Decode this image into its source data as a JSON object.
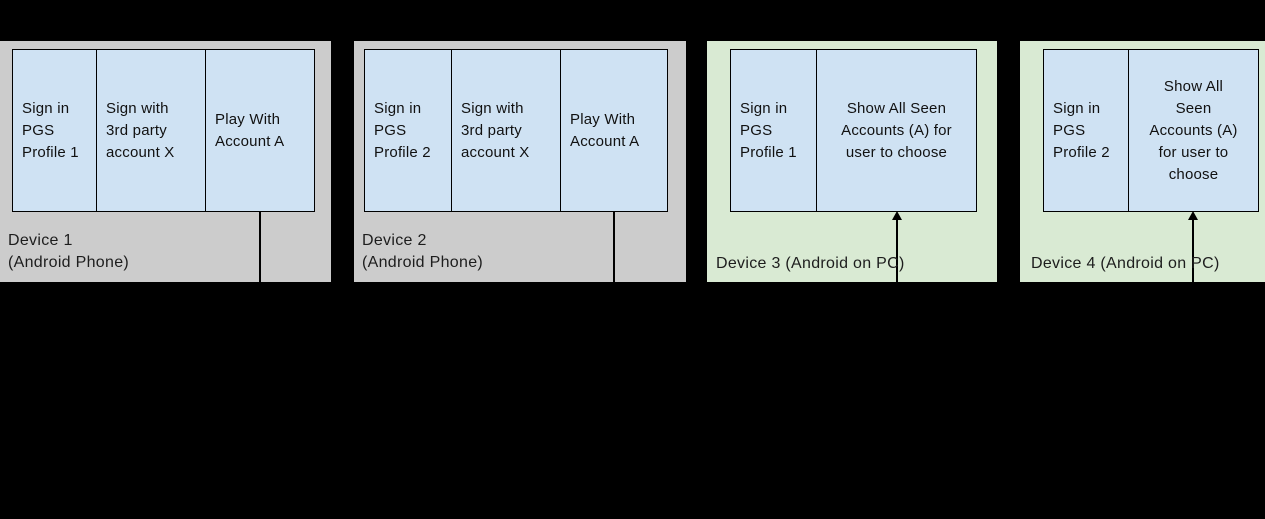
{
  "diagram": {
    "background": "#000000",
    "description_colors": {
      "phone_panel_bg": "#cccccc",
      "pc_panel_bg": "#d9ead3",
      "step_box_bg": "#cfe2f3",
      "stroke": "#000000",
      "text": "#111111"
    }
  },
  "devices": [
    {
      "label": "Device 1\n(Android Phone)",
      "connector": "line-down",
      "steps": [
        {
          "text": "Sign in\nPGS\nProfile 1"
        },
        {
          "text": "Sign with\n3rd party\naccount X"
        },
        {
          "text": "Play With\nAccount A"
        }
      ]
    },
    {
      "label": "Device 2\n(Android Phone)",
      "connector": "line-down",
      "steps": [
        {
          "text": "Sign in\nPGS\nProfile 2"
        },
        {
          "text": "Sign with\n3rd party\naccount X"
        },
        {
          "text": "Play With\nAccount A"
        }
      ]
    },
    {
      "label": "Device 3 (Android on PC)",
      "connector": "arrow-up",
      "steps": [
        {
          "text": "Sign in\nPGS\nProfile 1"
        },
        {
          "text": "Show All Seen\nAccounts (A) for\nuser to choose"
        }
      ]
    },
    {
      "label": "Device 4 (Android on PC)",
      "connector": "arrow-up",
      "steps": [
        {
          "text": "Sign in\nPGS\nProfile 2"
        },
        {
          "text": "Show All\nSeen\nAccounts (A)\nfor user to\nchoose"
        }
      ]
    }
  ]
}
